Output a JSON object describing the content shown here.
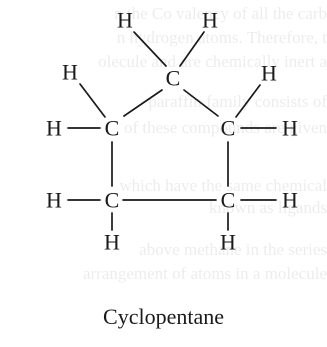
{
  "diagram": {
    "caption": "Cyclopentane",
    "atoms": {
      "c_top": "C",
      "c_upper_left": "C",
      "c_upper_right": "C",
      "c_lower_left": "C",
      "c_lower_right": "C",
      "h_top_left": "H",
      "h_top_right": "H",
      "h_ul_upper": "H",
      "h_ul_side": "H",
      "h_ur_upper": "H",
      "h_ur_side": "H",
      "h_ll_side": "H",
      "h_ll_below": "H",
      "h_lr_side": "H",
      "h_lr_below": "H"
    }
  },
  "background_text": [
    "n the Co valency of all the carb",
    "n hydrogen atoms. Therefore, t",
    "olecule and are chemically inert a",
    "paraffin family consists of",
    "of these compounds are given",
    "which have the same chemical",
    "known as ligands",
    "above methane in the series",
    "arrangement of atoms in a molecule"
  ]
}
